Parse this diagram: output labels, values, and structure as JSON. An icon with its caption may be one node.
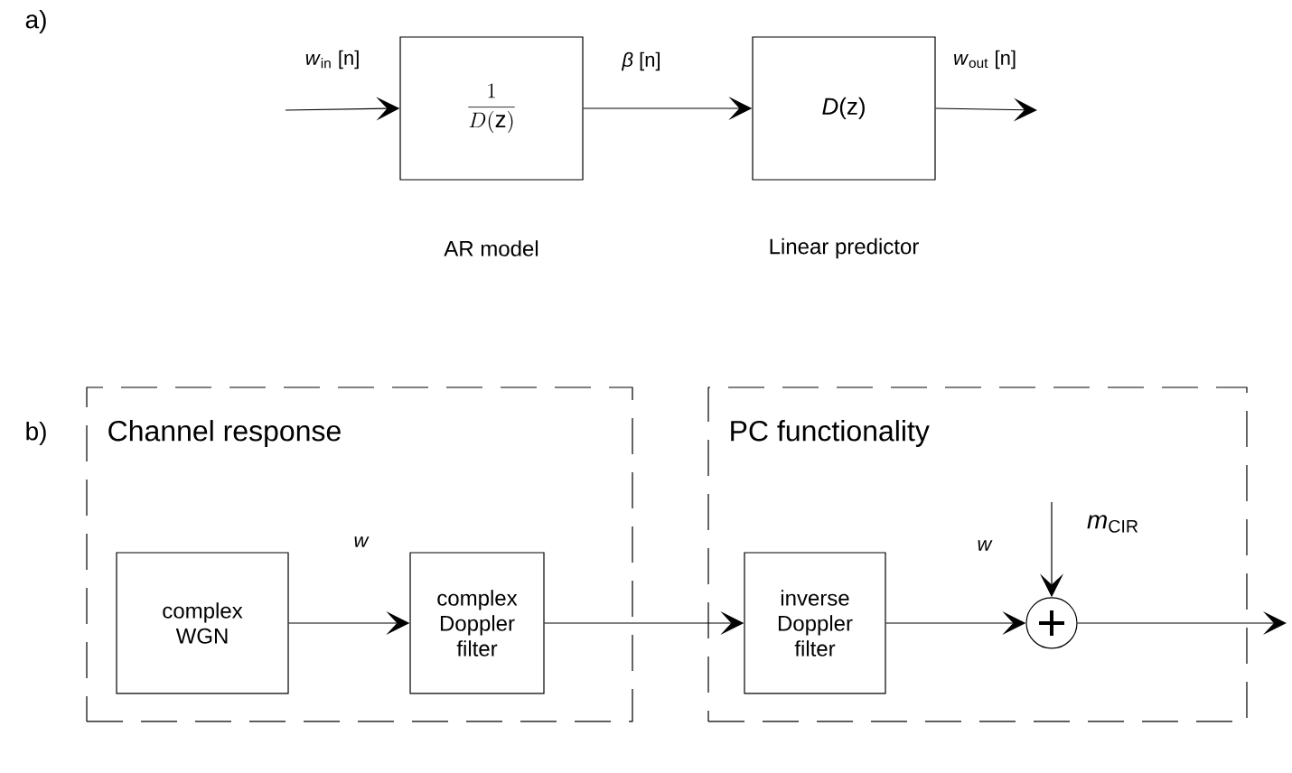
{
  "diagram": {
    "nodes": [
      {
        "text": [
          "\\frac{1}{D(\\mathrm{z})}"
        ],
        "beside": [
          "AR model"
        ]
      },
      {
        "text": [
          "*D*(z)"
        ],
        "beside": [
          "Linear predictor"
        ]
      },
      {
        "text": [
          "Channel  response"
        ]
      },
      {
        "text": [
          "complex WGN"
        ],
        "in": 2
      },
      {
        "text": [
          "complex Doppler filter"
        ],
        "in": 2
      },
      {
        "text": [
          "PC functionality"
        ]
      },
      {
        "text": [
          "inverse Doppler filter"
        ],
        "in": 5
      },
      {
        "text": [],
        "shape": "circle",
        "in": 5
      }
    ],
    "edges": [
      {
        "from": null,
        "to": 0,
        "arrow": "to",
        "label": "*w*$_{in}$ [n]"
      },
      {
        "from": 0,
        "to": 1,
        "arrow": "to",
        "label": "*β* [n]"
      },
      {
        "from": 1,
        "to": null,
        "arrow": "to",
        "label": "*w*$_{out}$ [n]"
      },
      {
        "from": 3,
        "to": 4,
        "arrow": "to",
        "label": "*w*"
      },
      {
        "from": 4,
        "to": 6,
        "arrow": "to"
      },
      {
        "from": 6,
        "to": 7,
        "arrow": "to",
        "label": "*w*"
      },
      {
        "from": null,
        "to": 7,
        "arrow": "to",
        "label": "*m*$_{CIR}$"
      },
      {
        "from": 7,
        "to": null,
        "arrow": "to"
      }
    ],
    "labels": [
      "a)",
      "b)"
    ]
  }
}
